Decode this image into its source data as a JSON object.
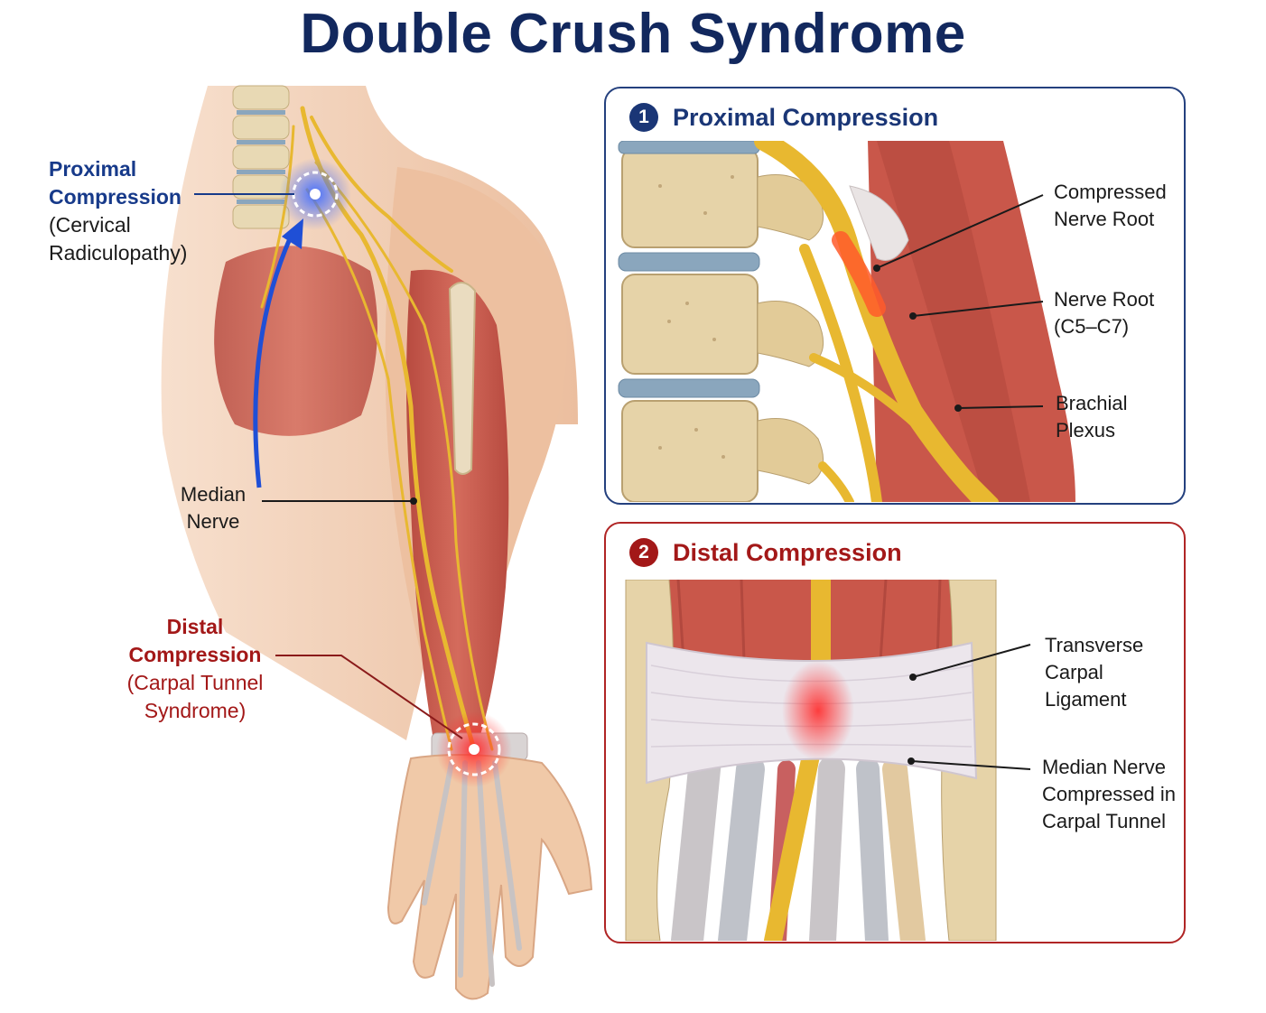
{
  "title": "Double Crush Syndrome",
  "left_labels": {
    "proximal": {
      "heading": "Proximal\nCompression",
      "sub": "(Cervical\nRadiculopathy)"
    },
    "median": "Median\nNerve",
    "distal": {
      "heading": "Distal\nCompression",
      "sub": "(Carpal Tunnel\nSyndrome)"
    }
  },
  "panels": [
    {
      "number": "1",
      "title": "Proximal Compression",
      "labels": [
        "Compressed\nNerve Root",
        "Nerve Root\n(C5–C7)",
        "Brachial\nPlexus"
      ]
    },
    {
      "number": "2",
      "title": "Distal Compression",
      "labels": [
        "Transverse\nCarpal\nLigament",
        "Median Nerve\nCompressed in\nCarpal Tunnel"
      ]
    }
  ],
  "colors": {
    "title": "#12285e",
    "proximal_accent": "#173a8a",
    "distal_accent": "#a31818",
    "nerve": "#e8b830",
    "muscle": "#c9574a",
    "bone": "#e6d3a8",
    "skin": "#f0c4a2",
    "disc": "#8aa6bd"
  },
  "icons": [
    "proximal-compression-marker-icon",
    "distal-compression-marker-icon",
    "upward-arrow-icon"
  ]
}
